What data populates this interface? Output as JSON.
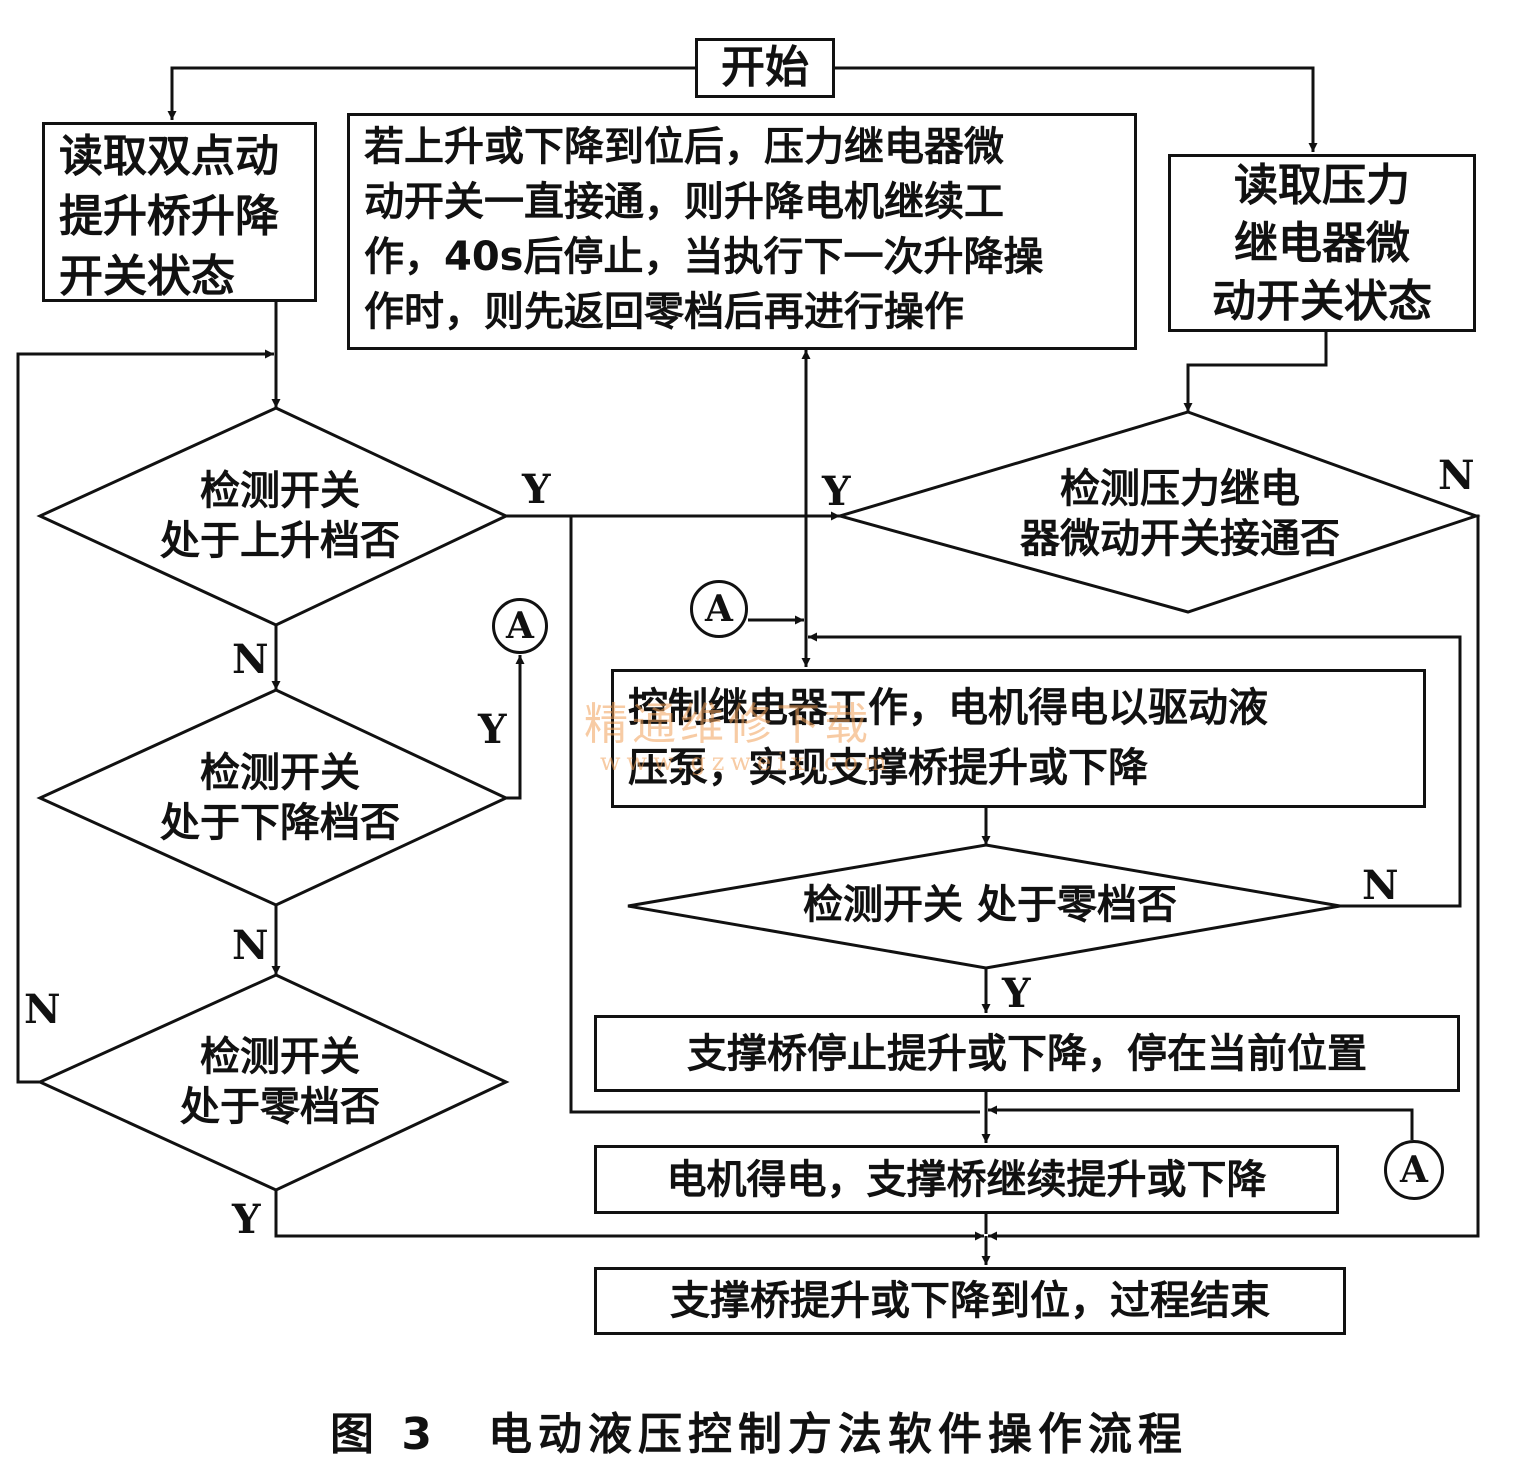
{
  "nodes": {
    "start": "开始",
    "read_switch": "读取双点动\n提升桥升降\n开关状态",
    "note": "若上升或下降到位后，压力继电器微\n动开关一直接通，则升降电机继续工\n作，40s后停止，当执行下一次升降操\n作时，则先返回零档后再进行操作",
    "read_pressure": "读取压力\n继电器微\n动开关状态",
    "check_up": "检测开关\n处于上升档否",
    "check_down": "检测开关\n处于下降档否",
    "check_zero_left": "检测开关\n处于零档否",
    "check_pressure": "检测压力继电\n器微动开关接通否",
    "control_relay": "控制继电器工作，电机得电以驱动液\n压泵，实现支撑桥提升或下降",
    "check_zero_right": "检测开关 处于零档否",
    "stop": "支撑桥停止提升或下降，停在当前位置",
    "continue": "电机得电，支撑桥继续提升或下降",
    "end": "支撑桥提升或下降到位，过程结束"
  },
  "labels": {
    "yes": "Y",
    "no": "N",
    "connector": "A"
  },
  "watermark": {
    "line1": "精通维修下载",
    "line2": "www.gzweix.com"
  },
  "caption": "图 3　电动液压控制方法软件操作流程"
}
